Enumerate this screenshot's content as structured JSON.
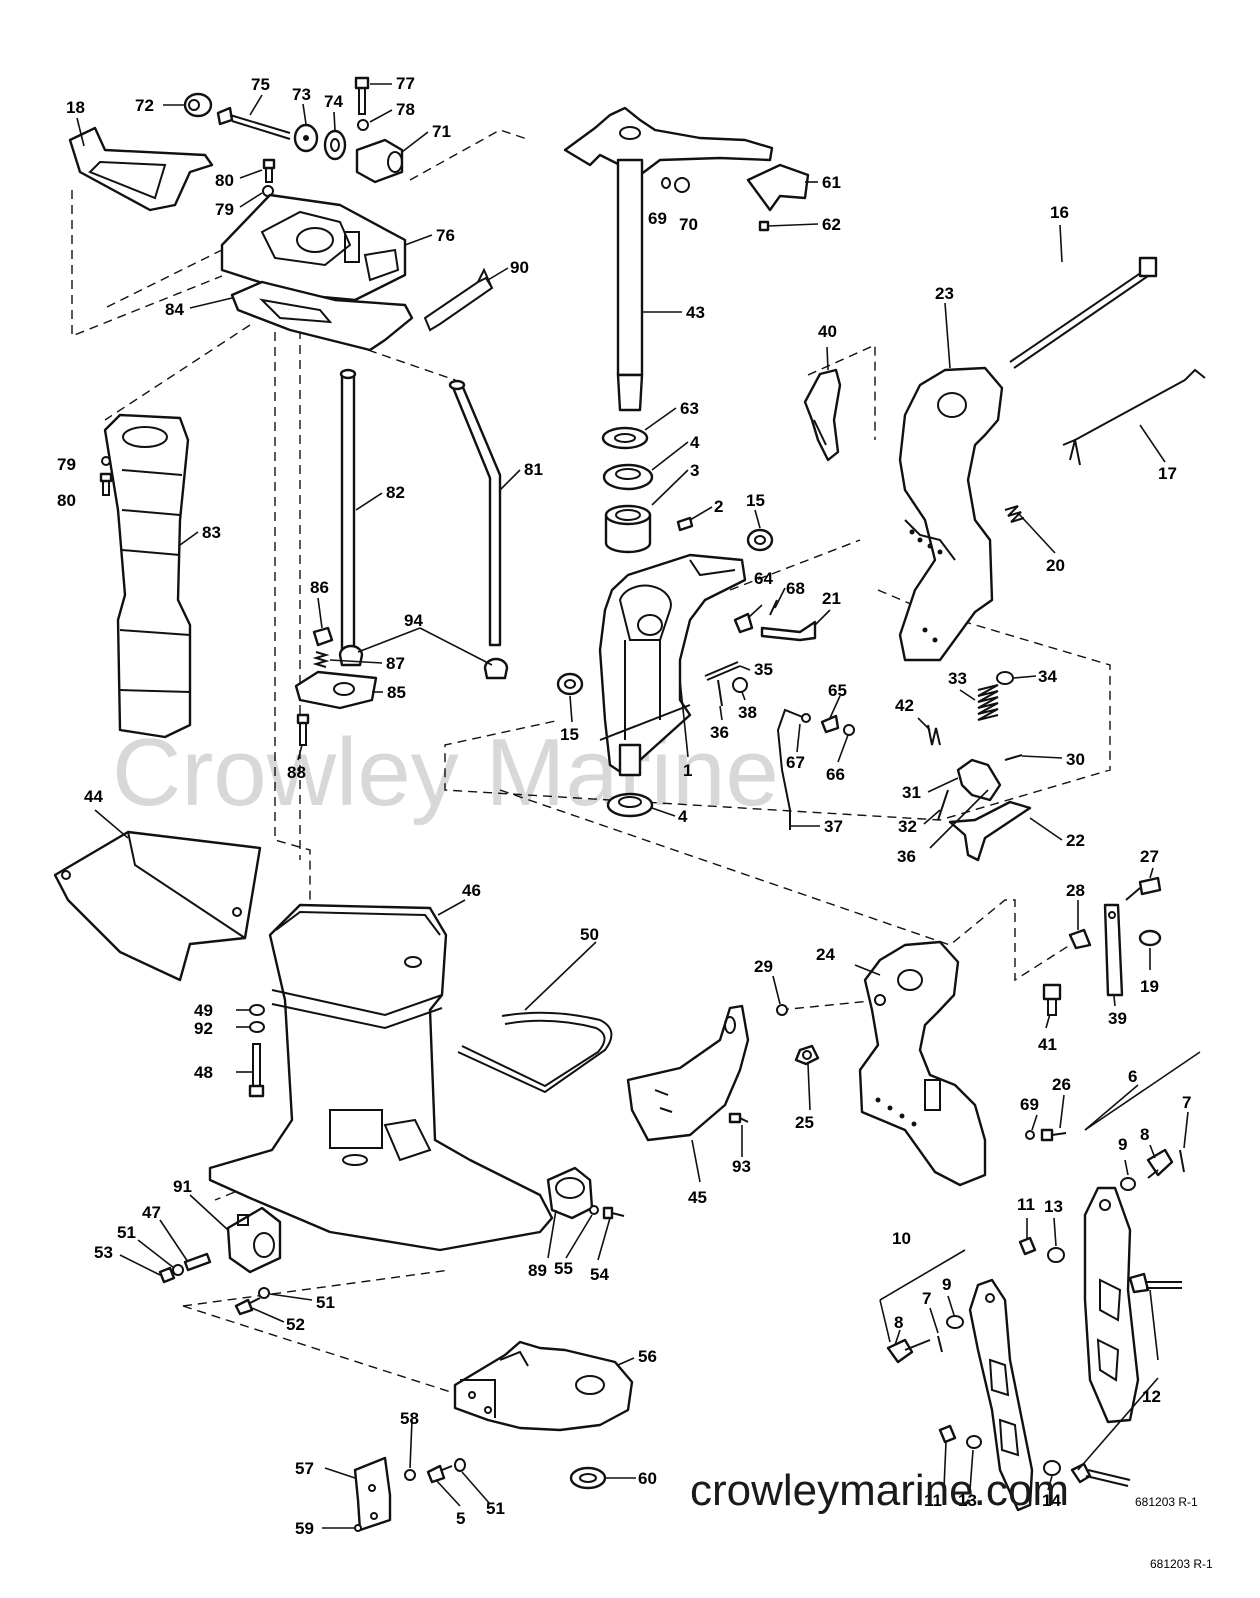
{
  "watermark_center": "Crowley Marine",
  "watermark_url": "crowleymarine.com",
  "figure_ref_1": "681203 R-1",
  "figure_ref_2": "681203 R-1",
  "callouts": {
    "c1": "1",
    "c2": "2",
    "c3": "3",
    "c4a": "4",
    "c4b": "4",
    "c5": "5",
    "c6": "6",
    "c7a": "7",
    "c7b": "7",
    "c8a": "8",
    "c8b": "8",
    "c9a": "9",
    "c9b": "9",
    "c10": "10",
    "c11a": "11",
    "c11b": "11",
    "c12": "12",
    "c13a": "13",
    "c13b": "13",
    "c14": "14",
    "c15a": "15",
    "c15b": "15",
    "c16": "16",
    "c17": "17",
    "c18": "18",
    "c19": "19",
    "c20": "20",
    "c21": "21",
    "c22": "22",
    "c23": "23",
    "c24": "24",
    "c25": "25",
    "c26": "26",
    "c27": "27",
    "c28": "28",
    "c29": "29",
    "c30": "30",
    "c31": "31",
    "c32": "32",
    "c33": "33",
    "c34": "34",
    "c35": "35",
    "c36a": "36",
    "c36b": "36",
    "c37": "37",
    "c38": "38",
    "c39": "39",
    "c40": "40",
    "c41": "41",
    "c42": "42",
    "c43": "43",
    "c44": "44",
    "c45": "45",
    "c46": "46",
    "c47": "47",
    "c48": "48",
    "c49": "49",
    "c50": "50",
    "c51a": "51",
    "c51b": "51",
    "c51c": "51",
    "c52": "52",
    "c53": "53",
    "c54": "54",
    "c55": "55",
    "c56": "56",
    "c57": "57",
    "c58": "58",
    "c59": "59",
    "c60": "60",
    "c61": "61",
    "c62": "62",
    "c63": "63",
    "c64": "64",
    "c65": "65",
    "c66": "66",
    "c67": "67",
    "c68": "68",
    "c69a": "69",
    "c69b": "69",
    "c70": "70",
    "c71": "71",
    "c72": "72",
    "c73": "73",
    "c74": "74",
    "c75": "75",
    "c76": "76",
    "c77": "77",
    "c78": "78",
    "c79a": "79",
    "c79b": "79",
    "c80a": "80",
    "c80b": "80",
    "c81": "81",
    "c82": "82",
    "c83": "83",
    "c84": "84",
    "c85": "85",
    "c86": "86",
    "c87": "87",
    "c88": "88",
    "c89": "89",
    "c90": "90",
    "c91": "91",
    "c92": "92",
    "c93": "93",
    "c94": "94"
  }
}
